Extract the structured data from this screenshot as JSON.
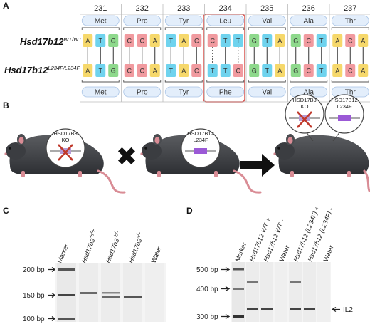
{
  "panels": {
    "a": "A",
    "b": "B",
    "c": "C",
    "d": "D"
  },
  "panel_a": {
    "codons": [
      {
        "num": "231",
        "top_aa": "Met",
        "bottom_aa": "Met",
        "top_bases": [
          "A",
          "T",
          "G"
        ],
        "bottom_bases": [
          "A",
          "T",
          "G"
        ],
        "mutated": false
      },
      {
        "num": "232",
        "top_aa": "Pro",
        "bottom_aa": "Pro",
        "top_bases": [
          "C",
          "C",
          "A"
        ],
        "bottom_bases": [
          "C",
          "C",
          "A"
        ],
        "mutated": false
      },
      {
        "num": "233",
        "top_aa": "Tyr",
        "bottom_aa": "Tyr",
        "top_bases": [
          "T",
          "A",
          "C"
        ],
        "bottom_bases": [
          "T",
          "A",
          "C"
        ],
        "mutated": false
      },
      {
        "num": "234",
        "top_aa": "Leu",
        "bottom_aa": "Phe",
        "top_bases": [
          "C",
          "T",
          "T"
        ],
        "bottom_bases": [
          "T",
          "T",
          "C"
        ],
        "mutated": true
      },
      {
        "num": "235",
        "top_aa": "Val",
        "bottom_aa": "Val",
        "top_bases": [
          "G",
          "T",
          "A"
        ],
        "bottom_bases": [
          "G",
          "T",
          "A"
        ],
        "mutated": false
      },
      {
        "num": "236",
        "top_aa": "Ala",
        "bottom_aa": "Ala",
        "top_bases": [
          "G",
          "C",
          "T"
        ],
        "bottom_bases": [
          "G",
          "C",
          "T"
        ],
        "mutated": false
      },
      {
        "num": "237",
        "top_aa": "Thr",
        "bottom_aa": "Thr",
        "top_bases": [
          "A",
          "C",
          "A"
        ],
        "bottom_bases": [
          "A",
          "C",
          "A"
        ],
        "mutated": false
      }
    ],
    "genotype_top": {
      "name": "Hsd17b12",
      "sup": "WT/WT"
    },
    "genotype_bottom": {
      "name": "Hsd17b12",
      "sup": "L234F/L234F"
    }
  },
  "base_colors": {
    "A": "#f6d86b",
    "T": "#6fd3ee",
    "G": "#8ed98c",
    "C": "#f19a9f"
  },
  "highlight_color": "#d9534f",
  "panel_b": {
    "mouse1_bubble": [
      "HSD17B3",
      "KO"
    ],
    "mouse2_bubble": [
      "HSD17B12",
      "L234F"
    ],
    "mouse3_bubble_left": [
      "HSD17B3",
      "KO"
    ],
    "mouse3_bubble_right": [
      "HSD17B12",
      "L234F"
    ],
    "cross_symbol": "✖",
    "arrow_symbol": "➜"
  },
  "panel_c": {
    "lanes": [
      {
        "label": "Marker",
        "italic": false
      },
      {
        "label": "Hsd17b3",
        "sup": "+/+",
        "italic": true
      },
      {
        "label": "Hsd17b3",
        "sup": "+/-",
        "italic": true
      },
      {
        "label": "Hsd17b3",
        "sup": "-/-",
        "italic": true
      },
      {
        "label": "Water",
        "italic": false
      }
    ],
    "markers": [
      "200 bp",
      "150 bp",
      "100 bp"
    ]
  },
  "panel_d": {
    "lanes": [
      {
        "label": "Marker",
        "italic": false
      },
      {
        "label": "Hsd17b12 WT +",
        "italic": true
      },
      {
        "label": "Hsd17b12 WT -",
        "italic": true
      },
      {
        "label": "Water",
        "italic": false
      },
      {
        "label": "Hsd17b12 (L234F) +",
        "italic": true
      },
      {
        "label": "Hsd17b12 (L234F) -",
        "italic": true
      },
      {
        "label": "Water",
        "italic": false
      }
    ],
    "markers": [
      "500 bp",
      "400 bp",
      "300 bp"
    ],
    "band_label": "IL2"
  }
}
